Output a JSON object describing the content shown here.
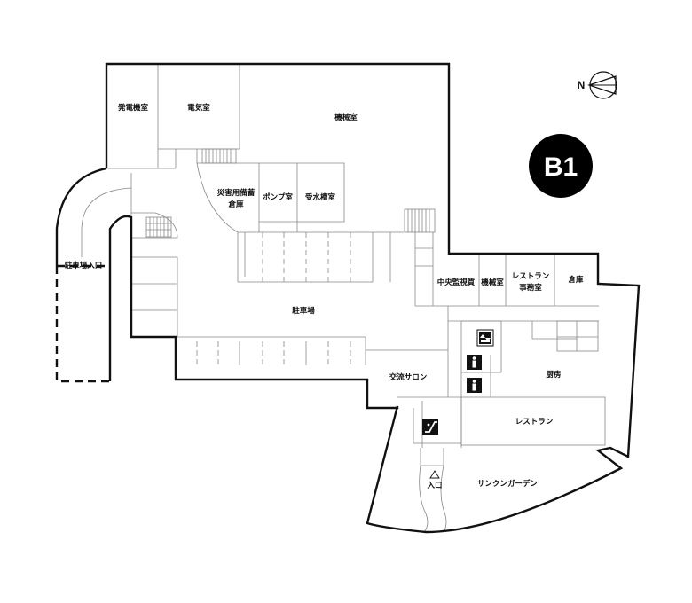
{
  "floor": {
    "label": "B1",
    "badge_color": "#000000"
  },
  "compass": {
    "letter": "N"
  },
  "rooms": {
    "power_room": "発電機室",
    "electrical_room": "電気室",
    "machine_room": "機械室",
    "disaster_storage_line1": "災害用備蓄",
    "disaster_storage_line2": "倉庫",
    "pump_room": "ポンプ室",
    "water_tank_room": "受水槽室",
    "parking_entrance": "駐車場入口",
    "parking": "駐車場",
    "central_monitoring": "中央監視質",
    "machine_room_small": "機械室",
    "restaurant_office_line1": "レストラン",
    "restaurant_office_line2": "事務室",
    "storage": "倉庫",
    "lounge": "交流サロン",
    "kitchen": "厨房",
    "restaurant": "レストラン",
    "entrance": "入口",
    "sunken_garden": "サンクンガーデン"
  },
  "icons": {
    "elevator": "elevator-icon",
    "toilet": "toilet-icon",
    "escalator": "escalator-icon",
    "compass": "compass-icon"
  }
}
